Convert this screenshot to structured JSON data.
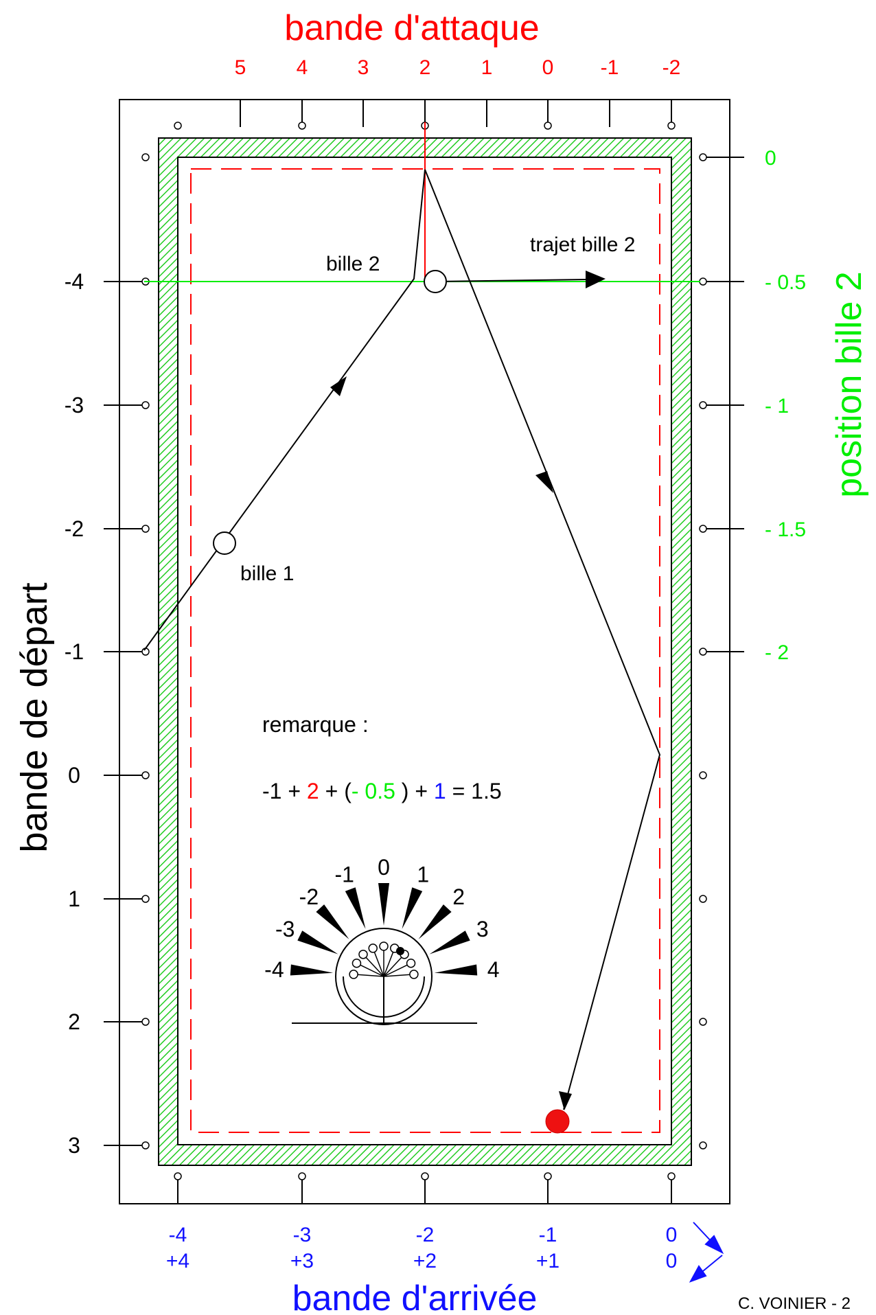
{
  "colors": {
    "red": "#ff0000",
    "green": "#00ee00",
    "blue": "#1010ff",
    "black": "#000000",
    "rail_hatch": "#22cc22",
    "ball_red": "#ee1111"
  },
  "titles": {
    "top": "bande d'attaque",
    "left": "bande de départ",
    "right": "position bille 2",
    "bottom": "bande d'arrivée",
    "credit": "C. VOINIER - 2"
  },
  "top_scale": [
    "5",
    "4",
    "3",
    "2",
    "1",
    "0",
    "-1",
    "-2"
  ],
  "left_scale": [
    "-4",
    "-3",
    "-2",
    "-1",
    "0",
    "1",
    "2",
    "3"
  ],
  "right_scale": [
    "0",
    "- 0.5",
    "- 1",
    "- 1.5",
    "- 2"
  ],
  "bottom_scale": [
    {
      "a": "-4",
      "b": "+4"
    },
    {
      "a": "-3",
      "b": "+3"
    },
    {
      "a": "-2",
      "b": "+2"
    },
    {
      "a": "-1",
      "b": "+1"
    },
    {
      "a": "0",
      "b": "0"
    }
  ],
  "labels": {
    "bille1": "bille 1",
    "bille2": "bille 2",
    "trajet": "trajet bille 2",
    "remarque": "remarque :"
  },
  "formula": [
    {
      "t": "-1 + ",
      "c": "black"
    },
    {
      "t": "2",
      "c": "red"
    },
    {
      "t": " + (",
      "c": "black"
    },
    {
      "t": "- 0.5",
      "c": "green"
    },
    {
      "t": " ) + ",
      "c": "black"
    },
    {
      "t": "1",
      "c": "blue"
    },
    {
      "t": " = 1.5",
      "c": "black"
    }
  ],
  "effect_dial": [
    "-4",
    "-3",
    "-2",
    "-1",
    "0",
    "1",
    "2",
    "3",
    "4"
  ]
}
